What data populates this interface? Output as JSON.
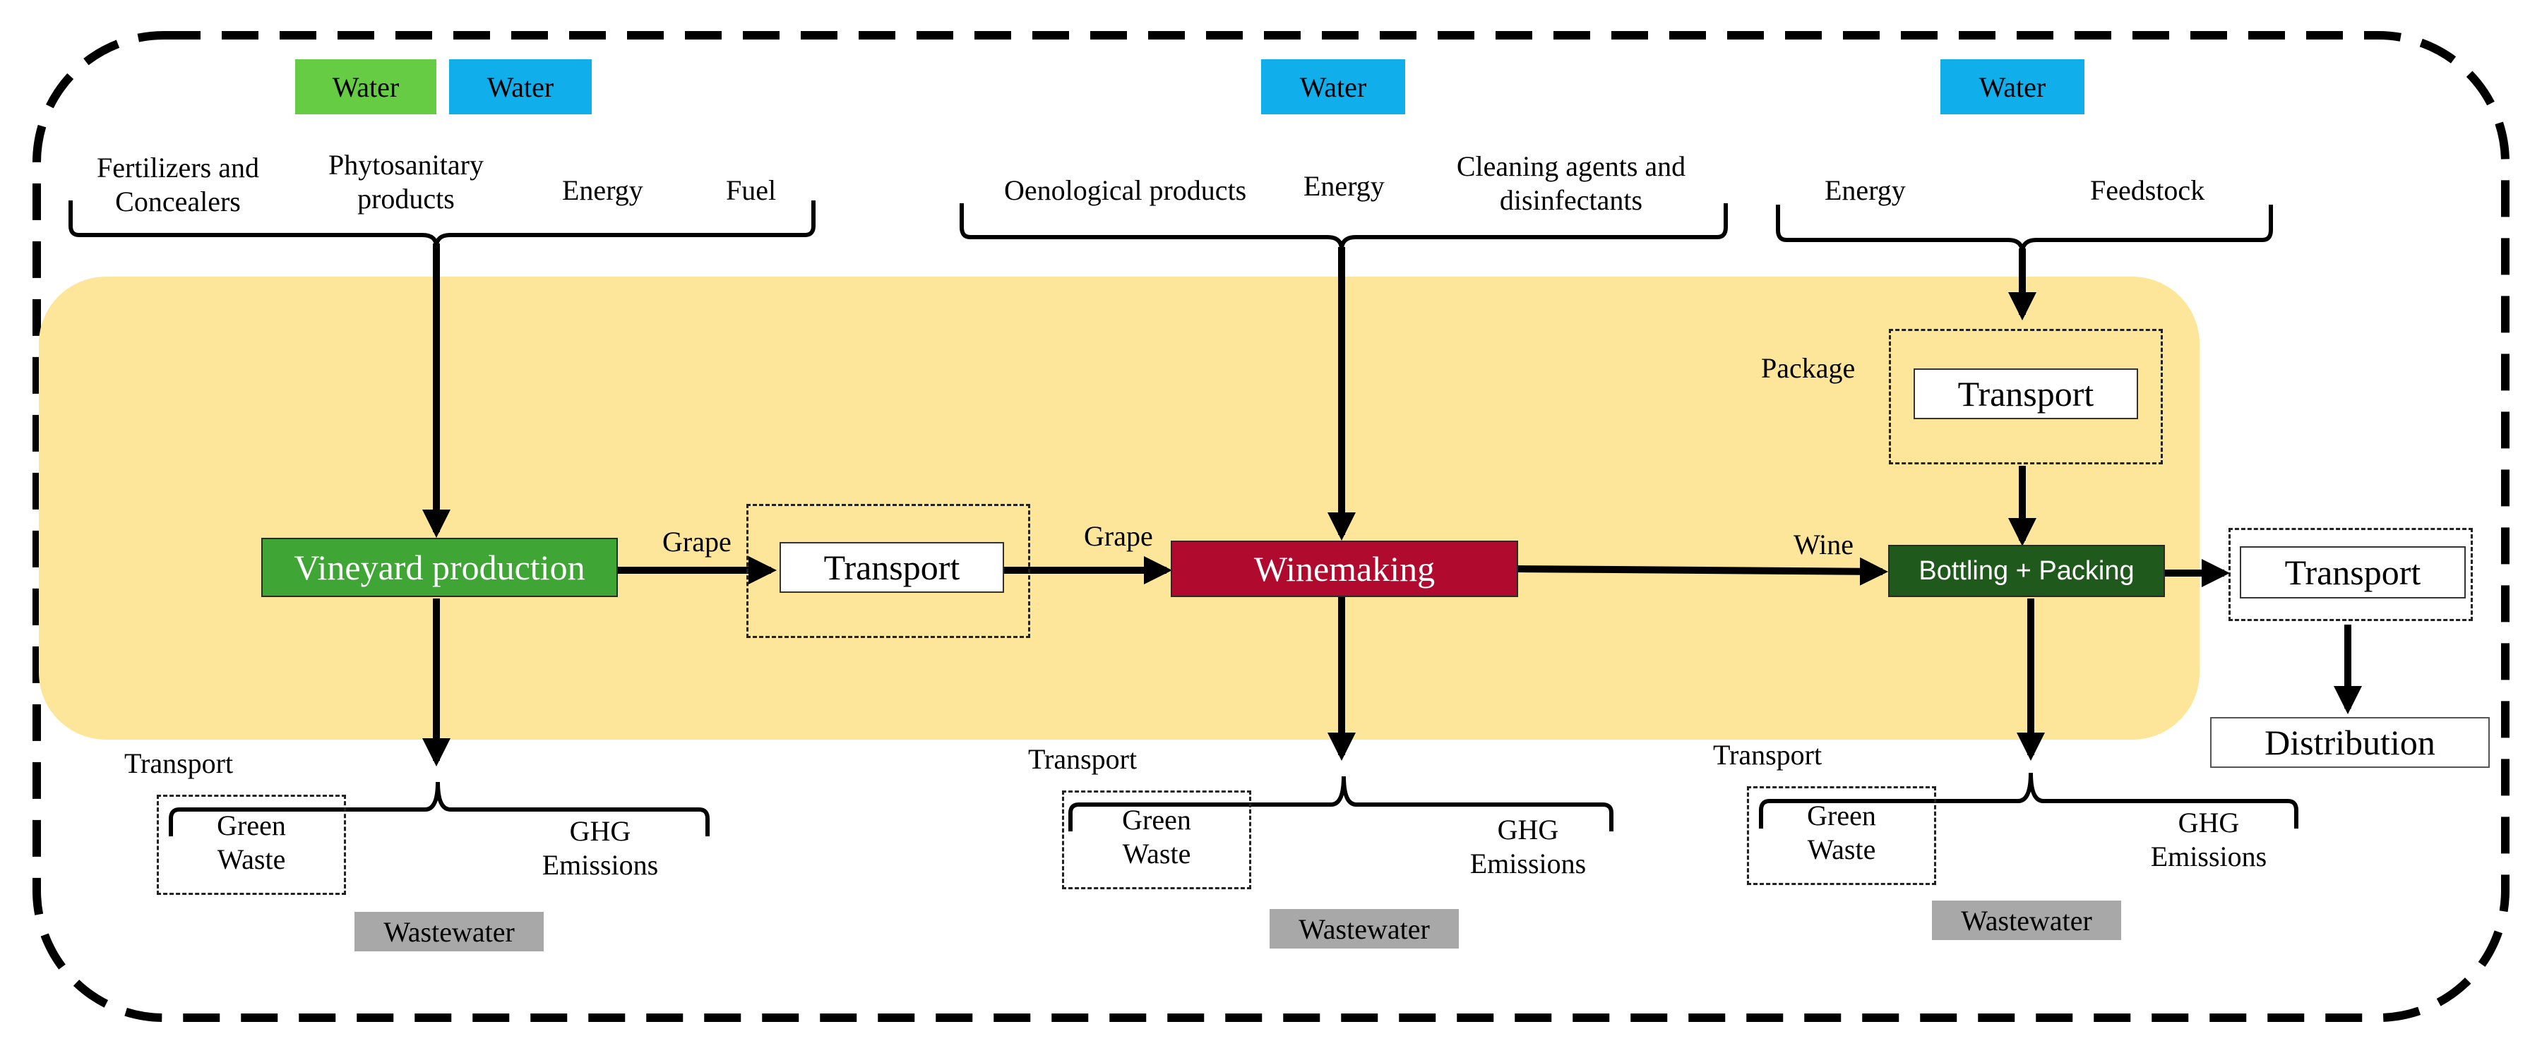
{
  "inputs": {
    "water_vineyard_green": "Water",
    "water_vineyard_blue": "Water",
    "water_winemaking": "Water",
    "water_bottling": "Water",
    "vineyard": {
      "fertilizers_line1": "Fertilizers and",
      "fertilizers_line2": "Concealers",
      "phyto_line1": "Phytosanitary",
      "phyto_line2": "products",
      "energy": "Energy",
      "fuel": "Fuel"
    },
    "winemaking": {
      "oenological": "Oenological products",
      "energy": "Energy",
      "cleaning_line1": "Cleaning agents and",
      "cleaning_line2": "disinfectants"
    },
    "bottling": {
      "energy": "Energy",
      "feedstock": "Feedstock"
    }
  },
  "processes": {
    "vineyard": "Vineyard production",
    "transport1": "Transport",
    "winemaking": "Winemaking",
    "transport_package": "Transport",
    "bottling": "Bottling + Packing",
    "transport_out": "Transport",
    "distribution": "Distribution"
  },
  "flows": {
    "grape1": "Grape",
    "grape2": "Grape",
    "wine": "Wine",
    "package": "Package"
  },
  "outputs": {
    "vineyard": {
      "transport": "Transport",
      "green_waste_line1": "Green",
      "green_waste_line2": "Waste",
      "ghg_line1": "GHG",
      "ghg_line2": "Emissions",
      "wastewater": "Wastewater"
    },
    "winemaking": {
      "transport": "Transport",
      "green_waste_line1": "Green",
      "green_waste_line2": "Waste",
      "ghg_line1": "GHG",
      "ghg_line2": "Emissions",
      "wastewater": "Wastewater"
    },
    "bottling": {
      "transport": "Transport",
      "green_waste_line1": "Green",
      "green_waste_line2": "Waste",
      "ghg_line1": "GHG",
      "ghg_line2": "Emissions",
      "wastewater": "Wastewater"
    }
  },
  "colors": {
    "system_background": "#fde699",
    "vineyard": "#3fa535",
    "winemaking": "#b00a2e",
    "bottling": "#1f5a1c",
    "water_green": "#66cc44",
    "water_blue": "#10aeea",
    "wastewater": "#a8a8a8"
  }
}
